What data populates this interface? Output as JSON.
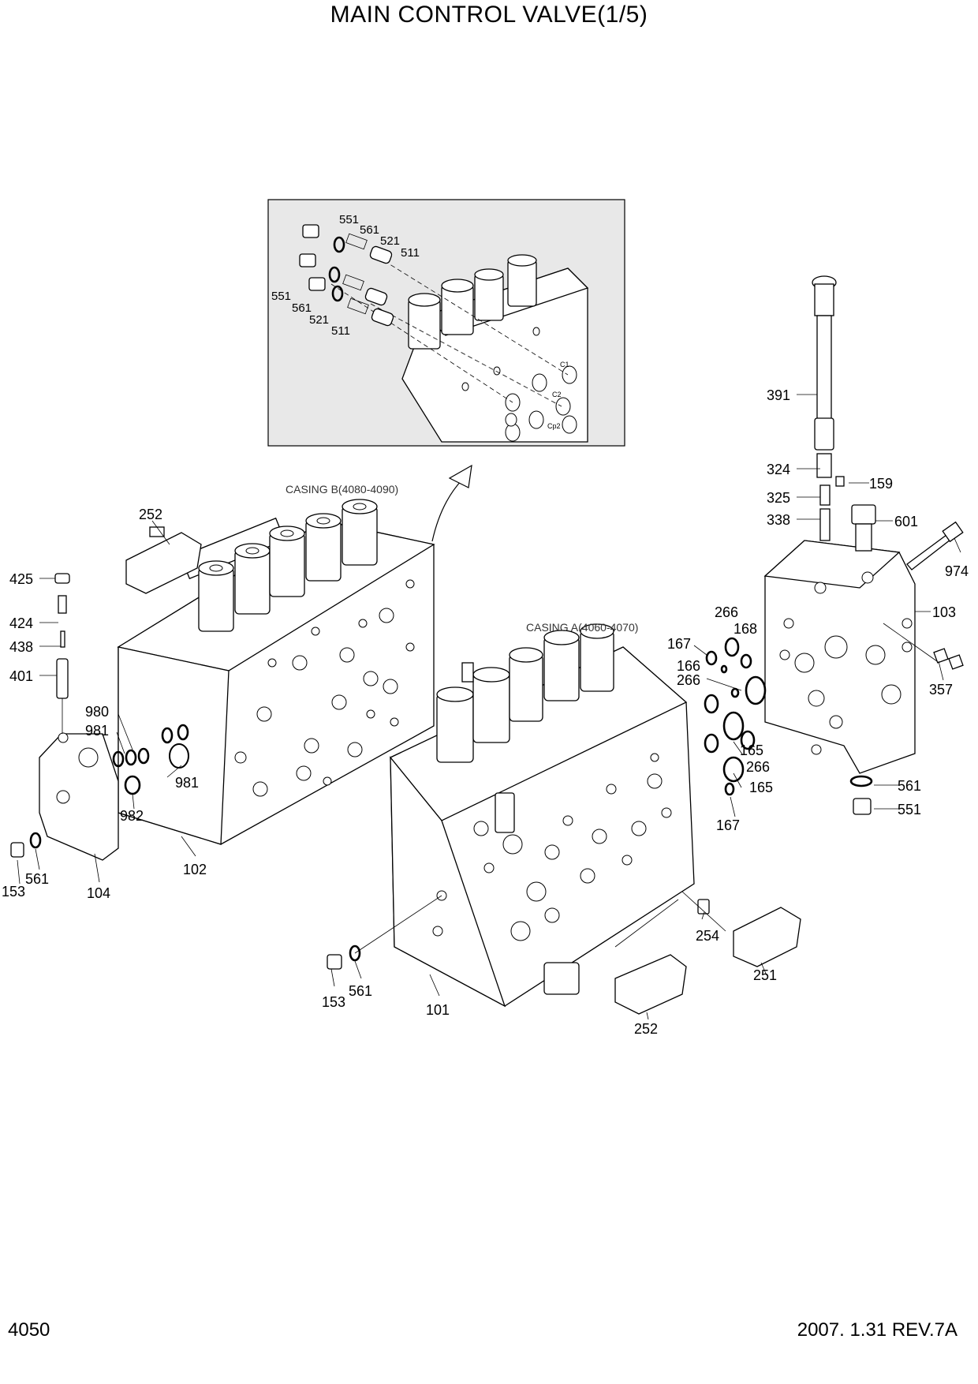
{
  "title": "MAIN CONTROL VALVE(1/5)",
  "page_number": "4050",
  "revision": "2007. 1.31  REV.7A",
  "captions": {
    "casing_b": "CASING B(4080-4090)",
    "casing_a": "CASING A(4060-4070)"
  },
  "inset": {
    "port_c1": "C1",
    "port_c2": "C2",
    "port_cp2": "Cp2",
    "callouts": [
      "551",
      "561",
      "521",
      "511",
      "551",
      "561",
      "521",
      "511"
    ]
  },
  "callouts": {
    "c252_top": "252",
    "c425": "425",
    "c424": "424",
    "c438": "438",
    "c401": "401",
    "c980": "980",
    "c981_a": "981",
    "c981_b": "981",
    "c982": "982",
    "c153_left": "153",
    "c561_left": "561",
    "c104": "104",
    "c102": "102",
    "c391": "391",
    "c324": "324",
    "c325": "325",
    "c338": "338",
    "c159": "159",
    "c601": "601",
    "c974": "974",
    "c103": "103",
    "c357": "357",
    "c266_a": "266",
    "c168": "168",
    "c167_a": "167",
    "c166": "166",
    "c266_b": "266",
    "c165_a": "165",
    "c266_c": "266",
    "c165_b": "165",
    "c167_b": "167",
    "c561_right": "561",
    "c551_right": "551",
    "c254": "254",
    "c251": "251",
    "c252_bottom": "252",
    "c153_bottom": "153",
    "c561_bottom": "561",
    "c101": "101"
  }
}
